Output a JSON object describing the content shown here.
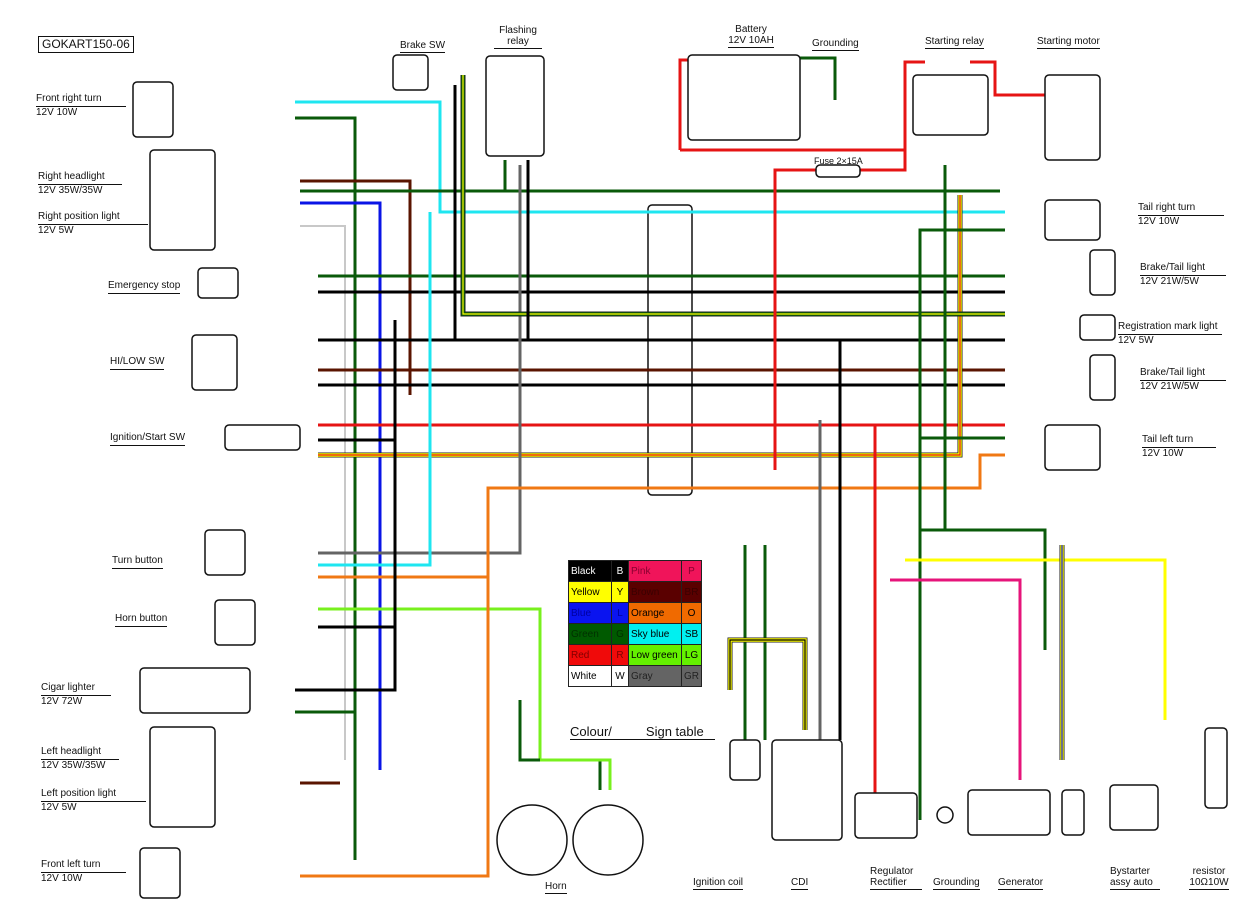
{
  "diagram_title": "GOKART150-06",
  "components": {
    "front_right_turn": {
      "name": "Front right turn",
      "spec": "12V 10W"
    },
    "right_headlight": {
      "name": "Right headlight",
      "spec": "12V 35W/35W"
    },
    "right_position_light": {
      "name": "Right position light",
      "spec": "12V 5W"
    },
    "emergency_stop": {
      "name": "Emergency stop"
    },
    "hi_low_sw": {
      "name": "HI/LOW SW"
    },
    "ignition_start_sw": {
      "name": "Ignition/Start SW"
    },
    "turn_button": {
      "name": "Turn button"
    },
    "horn_button": {
      "name": "Horn button"
    },
    "cigar_lighter": {
      "name": "Cigar lighter",
      "spec": "12V 72W"
    },
    "left_headlight": {
      "name": "Left headlight",
      "spec": "12V 35W/35W"
    },
    "left_position_light": {
      "name": "Left position light",
      "spec": "12V 5W"
    },
    "front_left_turn": {
      "name": "Front left turn",
      "spec": "12V 10W"
    },
    "brake_sw": {
      "name": "Brake SW"
    },
    "flashing_relay": {
      "name": "Flashing relay"
    },
    "battery": {
      "name": "Battery",
      "spec": "12V 10AH"
    },
    "grounding_top": {
      "name": "Grounding"
    },
    "starting_relay": {
      "name": "Starting relay"
    },
    "starting_motor": {
      "name": "Starting motor"
    },
    "fuse": {
      "name": "Fuse 2×15A"
    },
    "tail_right_turn": {
      "name": "Tail right turn",
      "spec": "12V 10W"
    },
    "brake_tail_light_1": {
      "name": "Brake/Tail light",
      "spec": "12V 21W/5W"
    },
    "registration_mark_light": {
      "name": "Registration mark light",
      "spec": "12V 5W"
    },
    "brake_tail_light_2": {
      "name": "Brake/Tail light",
      "spec": "12V 21W/5W"
    },
    "tail_left_turn": {
      "name": "Tail left turn",
      "spec": "12V 10W"
    },
    "horn": {
      "name": "Horn"
    },
    "ignition_coil": {
      "name": "Ignition coil"
    },
    "cdi": {
      "name": "CDI"
    },
    "regulator_rectifier": {
      "name": "Regulator Rectifier"
    },
    "grounding_bottom": {
      "name": "Grounding"
    },
    "generator": {
      "name": "Generator"
    },
    "bystarter": {
      "name": "Bystarter assy auto"
    },
    "resistor": {
      "name": "resistor",
      "spec": "10Ω10W"
    }
  },
  "wire_labels": {
    "front_right_turn": [
      "SB",
      "G"
    ],
    "right_headlight": [
      "BR",
      "G",
      "L",
      "G",
      "W"
    ],
    "emergency_stop": [
      "G",
      "B/W"
    ],
    "hi_low_sw": [
      "W",
      "B",
      "L",
      "BR",
      "B",
      "BR"
    ],
    "ignition_start_sw": [
      "R",
      "B",
      "Y/R"
    ],
    "turn_button": [
      "GR",
      "SB",
      "O"
    ],
    "horn_button": [
      "LG",
      "B"
    ],
    "cigar_lighter": [
      "B",
      "G"
    ],
    "left_headlight": [
      "W",
      "G",
      "L",
      "G",
      "BR"
    ],
    "front_left_turn": [
      "G",
      "O"
    ],
    "brake_sw": [
      "B",
      "G/Y"
    ],
    "flashing_relay": [
      "G",
      "GR",
      "B"
    ],
    "battery_ground": [
      "G"
    ],
    "fuse": [
      "R",
      "R",
      "R"
    ],
    "starting_relay": [
      "R",
      "G",
      "Y/R"
    ],
    "tail_right_turn": [
      "SB",
      "G"
    ],
    "brake_tail_light_1": [
      "G/Y",
      "G",
      "BR"
    ],
    "registration_mark_light": [
      "G",
      "BR"
    ],
    "brake_tail_light_2": [
      "BR",
      "G",
      "G/Y"
    ],
    "tail_left_turn": [
      "G",
      "O"
    ],
    "horn": [
      "G",
      "LG"
    ],
    "cdi": [
      "B/Y",
      "G",
      "G",
      "L/Y",
      "B/Y",
      "B/W",
      "B"
    ],
    "regulator_rectifier": [
      "R",
      "P",
      "Y",
      "G"
    ],
    "grounding_bottom": [
      "G"
    ],
    "generator": [
      "B/R",
      "P",
      "Y",
      "G",
      "L/Y"
    ],
    "bystarter": [
      "Y",
      "G/B"
    ]
  },
  "colour_table": {
    "title_left": "Colour/",
    "title_right": "Sign table",
    "rows": [
      {
        "left": {
          "name": "Black",
          "code": "B",
          "color": "#000000",
          "text": "#ffffff"
        },
        "right": {
          "name": "Pink",
          "code": "P",
          "color": "#f0145a",
          "text": "#8a0030"
        }
      },
      {
        "left": {
          "name": "Yellow",
          "code": "Y",
          "color": "#ffff00",
          "text": "#000000"
        },
        "right": {
          "name": "Brown",
          "code": "BR",
          "color": "#5a0000",
          "text": "#3a0000"
        }
      },
      {
        "left": {
          "name": "Blue",
          "code": "L",
          "color": "#0a14f0",
          "text": "#0000a0"
        },
        "right": {
          "name": "Orange",
          "code": "O",
          "color": "#f06a00",
          "text": "#000000"
        }
      },
      {
        "left": {
          "name": "Green",
          "code": "G",
          "color": "#005a00",
          "text": "#003000"
        },
        "right": {
          "name": "Sky blue",
          "code": "SB",
          "color": "#00f0f0",
          "text": "#000000"
        }
      },
      {
        "left": {
          "name": "Red",
          "code": "R",
          "color": "#f00a0a",
          "text": "#800000"
        },
        "right": {
          "name": "Low green",
          "code": "LG",
          "color": "#64f000",
          "text": "#000000"
        }
      },
      {
        "left": {
          "name": "White",
          "code": "W",
          "color": "#ffffff",
          "text": "#000000"
        },
        "right": {
          "name": "Gray",
          "code": "GR",
          "color": "#646464",
          "text": "#222222"
        }
      }
    ]
  },
  "wire_colors": {
    "B": "#000000",
    "Y": "#ffff00",
    "L": "#0a14e6",
    "G": "#0a5a0a",
    "R": "#e61414",
    "W": "#c8c8c8",
    "P": "#e6147a",
    "BR": "#5a1400",
    "O": "#f07814",
    "SB": "#1ee6f0",
    "LG": "#78f01e",
    "GR": "#646464"
  }
}
